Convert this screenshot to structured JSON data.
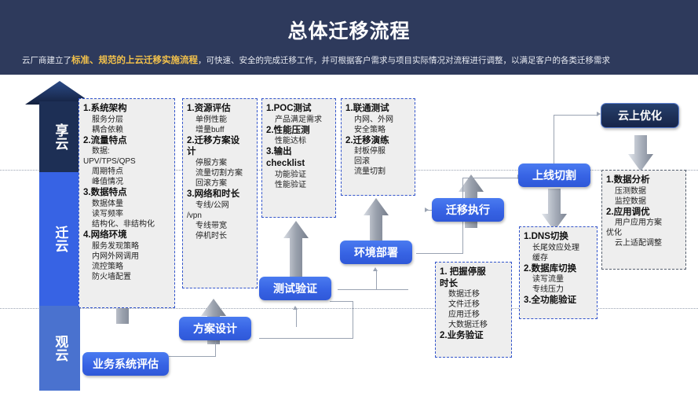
{
  "header": {
    "title": "总体迁移流程",
    "subtitle_pre": "云厂商建立了",
    "subtitle_highlight": "标准、规范的上云迁移实施流程",
    "subtitle_post": "，可快速、安全的完成迁移工作，并可根据客户需求与项目实际情况对流程进行调整，以满足客户的各类迁移需求",
    "accent_color": "#f2c14b",
    "background_color": "#2e3a5c"
  },
  "stage_bar": {
    "arrow_icon": "up-arrow-icon",
    "stages": [
      {
        "label": "享云",
        "color": "#1d2f55"
      },
      {
        "label": "迁云",
        "color": "#3763e4"
      },
      {
        "label": "观云",
        "color": "#4a72cf"
      }
    ]
  },
  "boxes": [
    {
      "name": "system-assessment",
      "lines": [
        {
          "type": "title",
          "text": "1.系统架构"
        },
        {
          "type": "item",
          "text": "服务分层"
        },
        {
          "type": "item",
          "text": "耦合依赖"
        },
        {
          "type": "title",
          "text": "2.流量特点"
        },
        {
          "type": "item",
          "text": "数据:"
        },
        {
          "type": "cont-sm",
          "text": "UPV/TPS/QPS"
        },
        {
          "type": "item",
          "text": "周期特点"
        },
        {
          "type": "item",
          "text": "峰值情况"
        },
        {
          "type": "title",
          "text": "3.数据特点"
        },
        {
          "type": "item",
          "text": "数据体量"
        },
        {
          "type": "item",
          "text": "读写频率"
        },
        {
          "type": "item",
          "text": "结构化、非结构化"
        },
        {
          "type": "title",
          "text": "4.网络环境"
        },
        {
          "type": "item",
          "text": "服务发现策略"
        },
        {
          "type": "item",
          "text": "内网外网调用"
        },
        {
          "type": "item",
          "text": "流控策略"
        },
        {
          "type": "item",
          "text": "防火墙配置"
        }
      ]
    },
    {
      "name": "solution-design",
      "lines": [
        {
          "type": "title",
          "text": "1.资源评估"
        },
        {
          "type": "item",
          "text": "单例性能"
        },
        {
          "type": "item",
          "text": "增量buff"
        },
        {
          "type": "title",
          "text": "2.迁移方案设"
        },
        {
          "type": "cont",
          "text": "计"
        },
        {
          "type": "item",
          "text": "停服方案"
        },
        {
          "type": "item",
          "text": "流量切割方案"
        },
        {
          "type": "item",
          "text": "回滚方案"
        },
        {
          "type": "title",
          "text": "3.网络和时长"
        },
        {
          "type": "item",
          "text": "专线/公网"
        },
        {
          "type": "cont-sm",
          "text": "/vpn"
        },
        {
          "type": "item",
          "text": "专线带宽"
        },
        {
          "type": "item",
          "text": "停机时长"
        }
      ]
    },
    {
      "name": "test-verification",
      "lines": [
        {
          "type": "title",
          "text": "1.POC测试"
        },
        {
          "type": "item",
          "text": "产品满足需求"
        },
        {
          "type": "title",
          "text": "2.性能压测"
        },
        {
          "type": "item",
          "text": "性能达标"
        },
        {
          "type": "title",
          "text": "3.输出"
        },
        {
          "type": "cont",
          "text": "checklist"
        },
        {
          "type": "item",
          "text": "功能验证"
        },
        {
          "type": "item",
          "text": "性能验证"
        }
      ]
    },
    {
      "name": "environment-deploy",
      "lines": [
        {
          "type": "title",
          "text": "1.联通测试"
        },
        {
          "type": "item",
          "text": "内网、外网"
        },
        {
          "type": "item",
          "text": "安全策略"
        },
        {
          "type": "title",
          "text": "2.迁移演练"
        },
        {
          "type": "item",
          "text": "封板停服"
        },
        {
          "type": "item",
          "text": "回滚"
        },
        {
          "type": "item",
          "text": "流量切割"
        }
      ]
    },
    {
      "name": "migration-execute",
      "lines": [
        {
          "type": "title",
          "text": "1. 把握停服"
        },
        {
          "type": "cont",
          "text": "时长"
        },
        {
          "type": "item",
          "text": "数据迁移"
        },
        {
          "type": "item",
          "text": "文件迁移"
        },
        {
          "type": "item",
          "text": "应用迁移"
        },
        {
          "type": "item",
          "text": "大数据迁移"
        },
        {
          "type": "title",
          "text": "2.业务验证"
        }
      ]
    },
    {
      "name": "online-cutover",
      "lines": [
        {
          "type": "title",
          "text": "1.DNS切换"
        },
        {
          "type": "item",
          "text": "长尾效应处理"
        },
        {
          "type": "item",
          "text": "缓存"
        },
        {
          "type": "title",
          "text": "2.数据库切换"
        },
        {
          "type": "item",
          "text": "读写流量"
        },
        {
          "type": "item",
          "text": "专线压力"
        },
        {
          "type": "title",
          "text": "3.全功能验证"
        }
      ]
    },
    {
      "name": "cloud-optimization",
      "lines": [
        {
          "type": "title",
          "text": "1.数据分析"
        },
        {
          "type": "item",
          "text": "压测数据"
        },
        {
          "type": "item",
          "text": "监控数据"
        },
        {
          "type": "title",
          "text": "2.应用调优"
        },
        {
          "type": "item",
          "text": "用户应用方案"
        },
        {
          "type": "cont-sm",
          "text": "优化"
        },
        {
          "type": "item",
          "text": "云上适配调整"
        }
      ]
    }
  ],
  "pills": [
    {
      "name": "business-system-assessment",
      "label": "业务系统评估",
      "style": "blue"
    },
    {
      "name": "solution-design",
      "label": "方案设计",
      "style": "blue"
    },
    {
      "name": "test-verification",
      "label": "测试验证",
      "style": "blue"
    },
    {
      "name": "environment-deployment",
      "label": "环境部署",
      "style": "blue"
    },
    {
      "name": "migration-execution",
      "label": "迁移执行",
      "style": "blue"
    },
    {
      "name": "online-cutover",
      "label": "上线切割",
      "style": "blue"
    },
    {
      "name": "cloud-optimization",
      "label": "云上优化",
      "style": "navy"
    }
  ],
  "colors": {
    "blue": "#3763e4",
    "navy": "#1d2f55",
    "box_fill": "#eeeeee",
    "box_border": "#3355cc",
    "arrow_gray": "#9aa3b2"
  }
}
